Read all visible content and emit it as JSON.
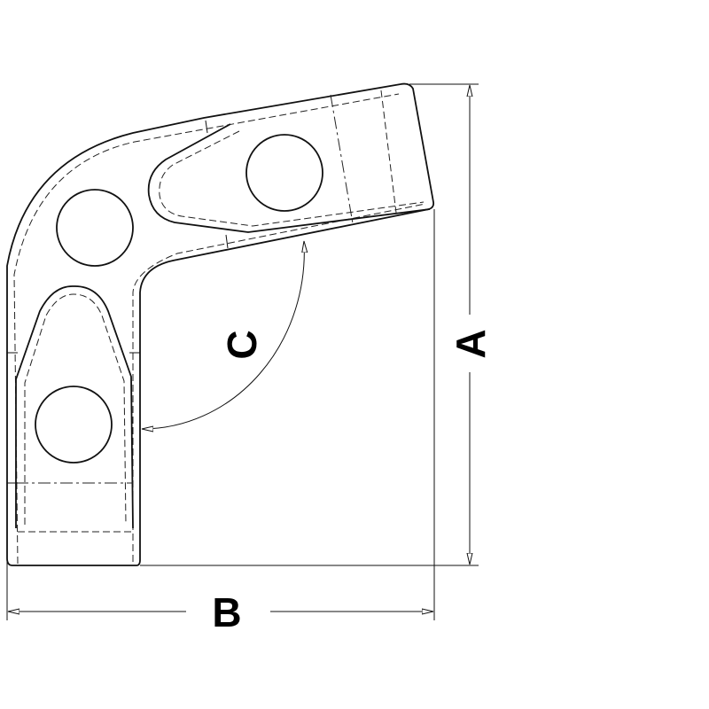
{
  "drawing": {
    "dimension_labels": {
      "height": "A",
      "width": "B",
      "angle": "C"
    }
  }
}
